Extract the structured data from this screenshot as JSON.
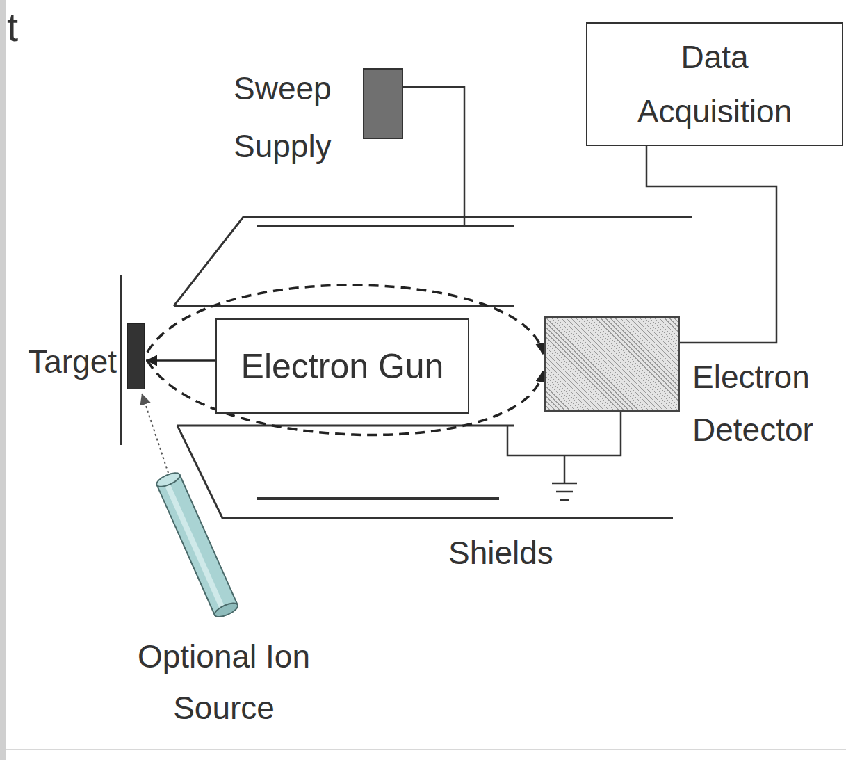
{
  "diagram": {
    "nodes": [
      {
        "text": [
          "Sweep Supply"
        ]
      },
      {
        "text": [
          "Data Acquisition"
        ]
      },
      {
        "text": [
          "Target"
        ]
      },
      {
        "text": [
          "Electron Gun"
        ]
      },
      {
        "text": [
          "Electron Detector"
        ]
      },
      {
        "text": [
          "Optional Ion Source"
        ]
      }
    ],
    "edges": [
      {
        "from": 3,
        "to": 2,
        "arrow": "to"
      },
      {
        "from": 5,
        "to": 2,
        "arrow": "to"
      },
      {
        "from": 2,
        "to": 4,
        "arrow": "to"
      },
      {
        "from": 2,
        "to": 4,
        "arrow": "to"
      },
      {
        "from": 1,
        "to": 4,
        "arrow": "none"
      }
    ],
    "labels": [
      "t",
      "Shields"
    ]
  }
}
